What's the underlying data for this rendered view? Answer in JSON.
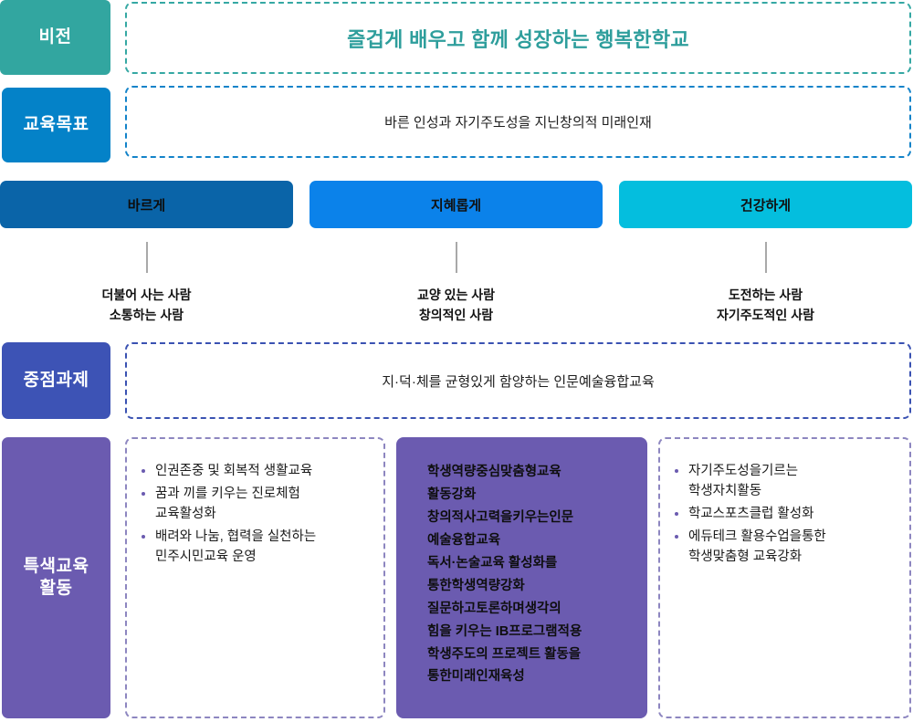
{
  "rows": {
    "vision": {
      "label": "비전",
      "text": "즐겁게 배우고 함께 성장하는 행복한학교",
      "label_color": "#32a6a0",
      "text_color": "#2e9e9c",
      "border_color": "#35a8a3"
    },
    "goal": {
      "label": "교육목표",
      "text": "바른 인성과 자기주도성을 지닌창의적 미래인재",
      "label_color": "#0482c8",
      "border_color": "#1383c9"
    },
    "key_task": {
      "label": "중점과제",
      "text": "지·덕·체를 균형있게 함양하는 인문예술융합교육",
      "label_color": "#3d53b5",
      "border_color": "#3a52b2"
    },
    "special": {
      "label_line1": "특색교육",
      "label_line2": "활동",
      "label_color": "#6b5bb0",
      "border_color": "#8d86c0"
    }
  },
  "pillars": [
    {
      "title": "바르게",
      "color": "#0a64a8",
      "desc_line1": "더불어 사는 사람",
      "desc_line2": "소통하는 사람"
    },
    {
      "title": "지혜롭게",
      "color": "#0b82ea",
      "desc_line1": "교양 있는 사람",
      "desc_line2": "창의적인 사람"
    },
    {
      "title": "건강하게",
      "color": "#04bede",
      "desc_line1": "도전하는 사람",
      "desc_line2": "자기주도적인 사람"
    }
  ],
  "activities": [
    {
      "style": "bulleted",
      "items": [
        "인권존중 및 회복적 생활교육",
        "꿈과 끼를 키우는 진로체험\n교육활성화",
        "배려와 나눔, 협력을 실천하는\n민주시민교육 운영"
      ],
      "lines": [
        "인권존중 및 회복적 생활교육",
        "꿈과 끼를 키우는 진로체험",
        "교육활성화",
        "배려와 나눔, 협력을 실천하는",
        "민주시민교육 운영"
      ]
    },
    {
      "style": "filled",
      "lines": [
        "학생역량중심맞춤형교육",
        "활동강화",
        "창의적사고력을키우는인문",
        "예술융합교육",
        "독서·논술교육 활성화를",
        "통한학생역량강화",
        "질문하고토론하며생각의",
        "힘을 키우는 IB프로그램적용",
        "학생주도의 프로젝트 활동을",
        "통한미래인재육성"
      ]
    },
    {
      "style": "bulleted",
      "items": [
        "자기주도성을기르는\n학생자치활동",
        "학교스포츠클럽 활성화",
        "에듀테크 활용수업을통한\n학생맞춤형 교육강화"
      ],
      "lines": [
        "자기주도성을기르는",
        "학생자치활동",
        "학교스포츠클럽 활성화",
        "에듀테크 활용수업을통한",
        "학생맞춤형 교육강화"
      ]
    }
  ]
}
